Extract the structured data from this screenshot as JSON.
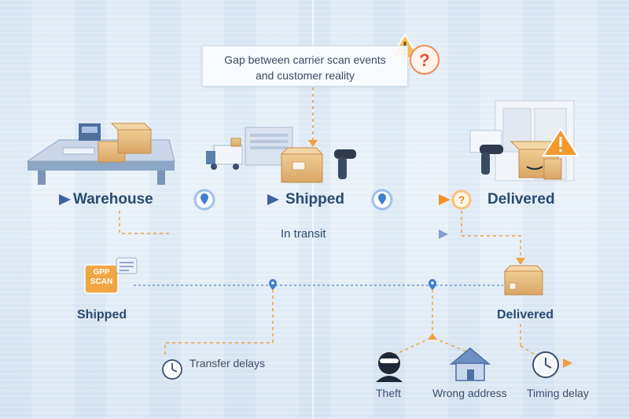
{
  "callout": {
    "line1": "Gap between carrier scan events",
    "line2": "and customer reality"
  },
  "top_stages": {
    "warehouse": "Warehouse",
    "shipped": "Shipped",
    "delivered": "Delivered"
  },
  "in_transit": "In transit",
  "scan_tag": {
    "line1": "GPP",
    "line2": "SCAN"
  },
  "bottom_stages": {
    "shipped": "Shipped",
    "delivered": "Delivered"
  },
  "issues": {
    "transfer_delays": "Transfer delays",
    "theft": "Theft",
    "wrong_address": "Wrong address",
    "timing_delay": "Timing delay"
  },
  "colors": {
    "flow_blue": "#4a72b0",
    "flow_orange": "#f0a040",
    "warning_orange": "#f29a2e",
    "question_red": "#e0533a",
    "box_tan": "#e4b77a",
    "marker_blue": "#3f7fd0"
  },
  "icons": [
    "warning-icon",
    "question-icon",
    "location-pin-icon",
    "scanner-icon",
    "clock-icon",
    "thief-icon",
    "house-icon"
  ]
}
